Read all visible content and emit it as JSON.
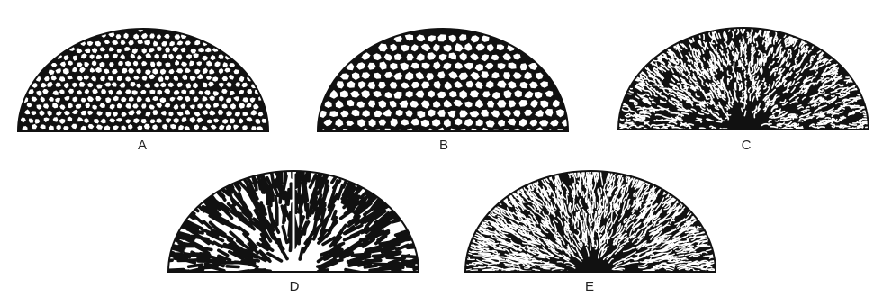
{
  "figure": {
    "ink_color": "#111111",
    "background": "#ffffff",
    "panels": [
      {
        "id": "A",
        "label": "A",
        "pattern": "dense-small-cells"
      },
      {
        "id": "B",
        "label": "B",
        "pattern": "open-polygonal-cells"
      },
      {
        "id": "C",
        "label": "C",
        "pattern": "fine-irregular-network"
      },
      {
        "id": "D",
        "label": "D",
        "pattern": "split-elongated-radial-cells"
      },
      {
        "id": "E",
        "label": "E",
        "pattern": "dense-radial-fibrous-network"
      }
    ]
  }
}
